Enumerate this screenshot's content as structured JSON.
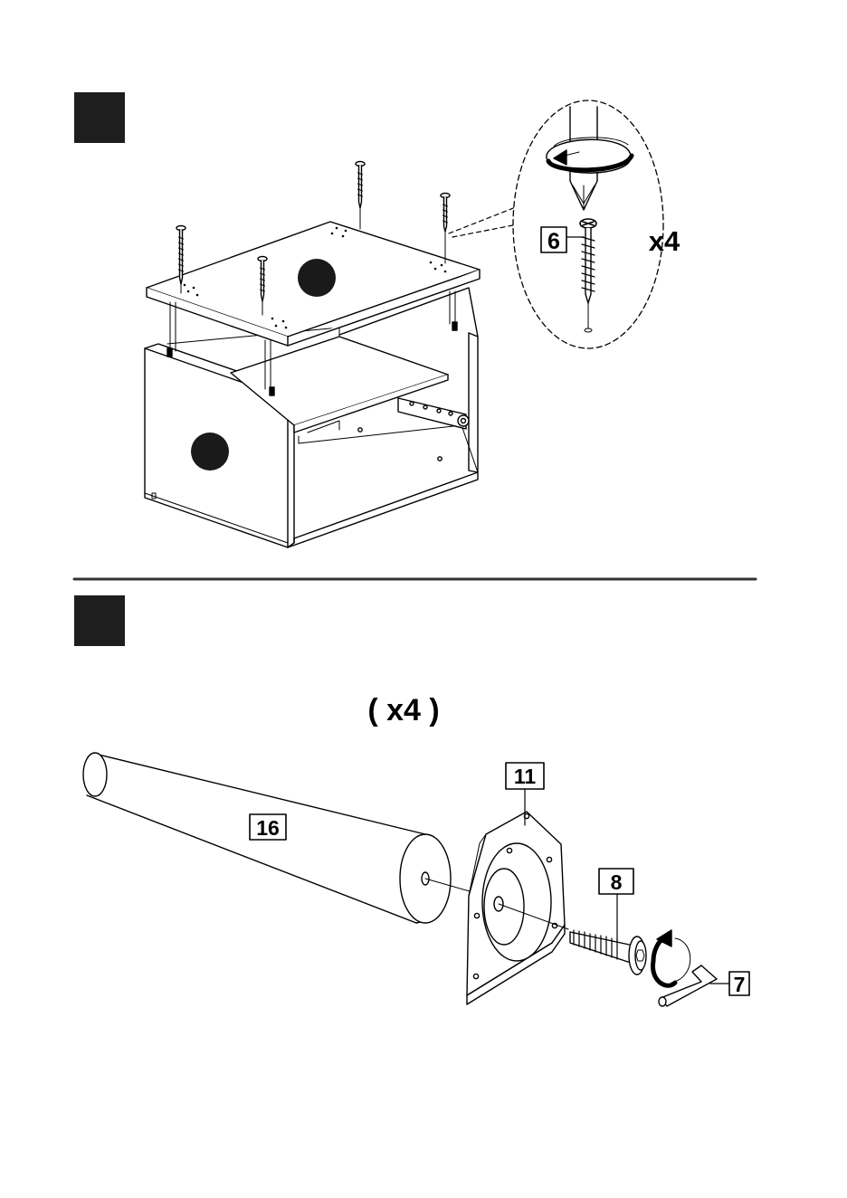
{
  "steps": [
    {
      "number": ""
    },
    {
      "number": ""
    }
  ],
  "step1": {
    "screw_part_label": "6",
    "quantity_label": "x4"
  },
  "step2": {
    "quantity_label": "( x4 )",
    "parts": {
      "leg": "16",
      "mounting_plate": "11",
      "bolt": "8",
      "allen_key": "7"
    }
  },
  "colors": {
    "ink": "#000000",
    "step_box": "#1e1e1e",
    "marker_dot": "#1a1a1a"
  },
  "icons": [
    "screw-icon",
    "rotation-arrow-icon",
    "screwdriver-icon",
    "allen-key-icon"
  ]
}
